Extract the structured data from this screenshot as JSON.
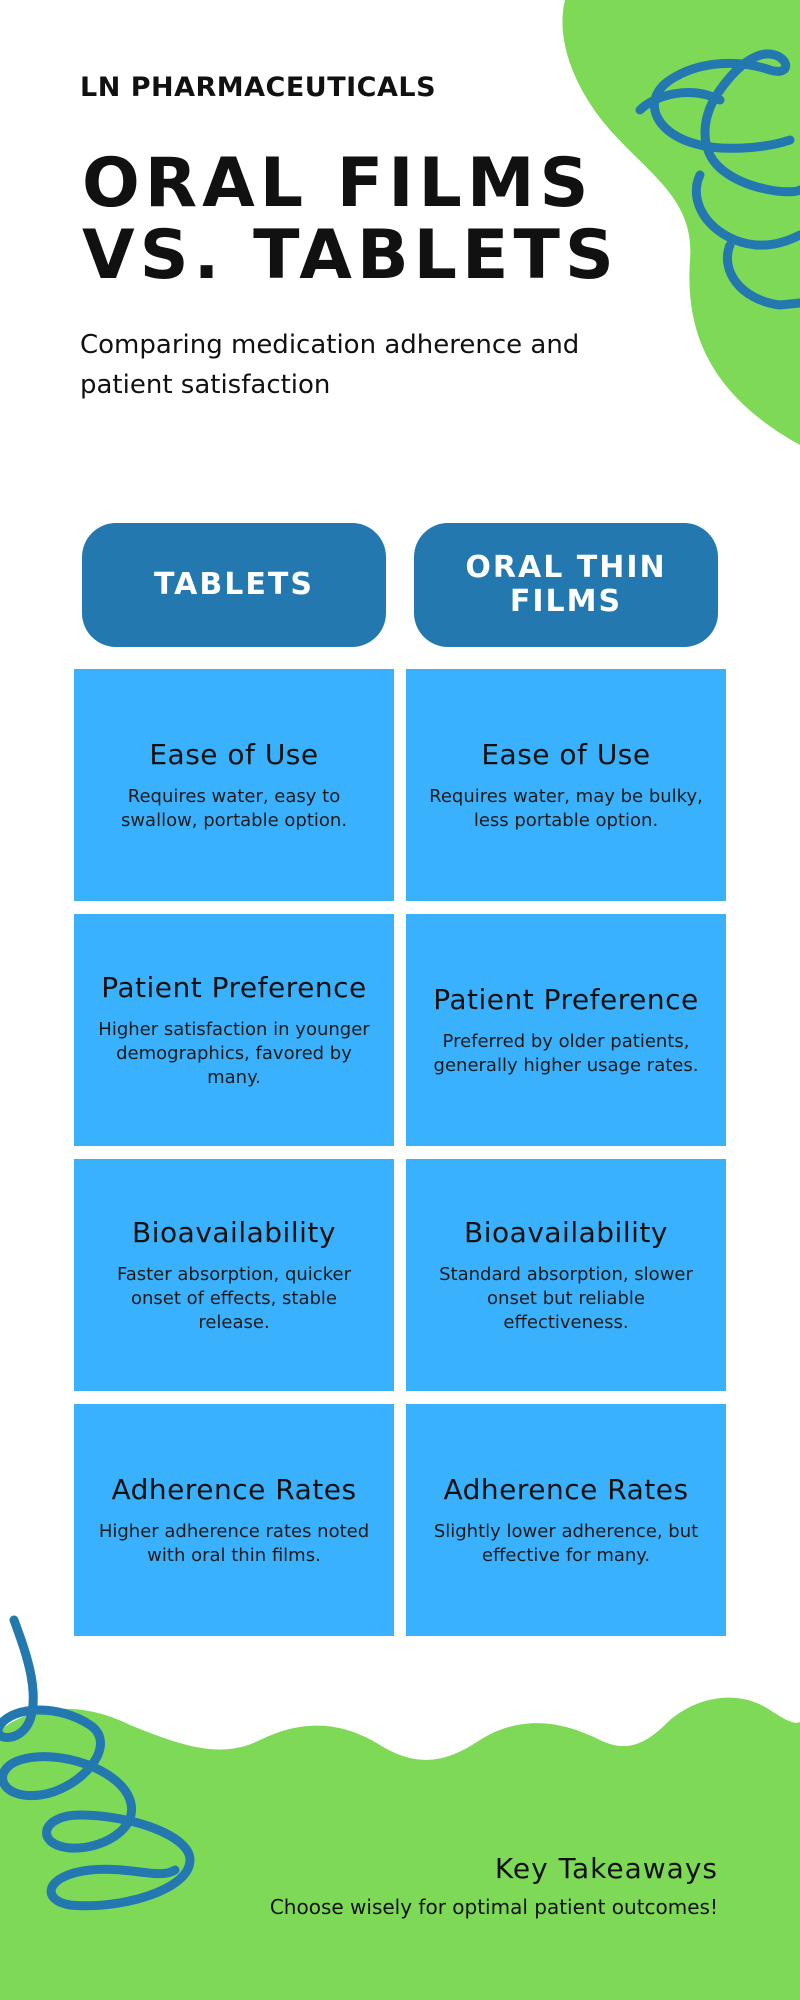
{
  "brand": "LN PHARMACEUTICALS",
  "title": {
    "line1": "ORAL FILMS",
    "line2": "VS. TABLETS"
  },
  "subtitle": "Comparing medication adherence and patient satisfaction",
  "columns": {
    "left": "TABLETS",
    "right": "ORAL THIN FILMS"
  },
  "rows": [
    {
      "left": {
        "title": "Ease of Use",
        "text": "Requires water, easy to swallow, portable option."
      },
      "right": {
        "title": "Ease of Use",
        "text": "Requires water, may be bulky, less portable option."
      }
    },
    {
      "left": {
        "title": "Patient Preference",
        "text": "Higher satisfaction in younger demographics, favored by many."
      },
      "right": {
        "title": "Patient Preference",
        "text": "Preferred by older patients, generally higher usage rates."
      }
    },
    {
      "left": {
        "title": "Bioavailability",
        "text": "Faster absorption, quicker onset of effects, stable release."
      },
      "right": {
        "title": "Bioavailability",
        "text": "Standard absorption, slower onset but reliable effectiveness."
      }
    },
    {
      "left": {
        "title": "Adherence Rates",
        "text": "Higher adherence rates noted with oral thin films."
      },
      "right": {
        "title": "Adherence Rates",
        "text": "Slightly lower adherence, but effective for many."
      }
    }
  ],
  "takeaways": {
    "title": "Key Takeaways",
    "text": "Choose wisely for optimal patient outcomes!"
  },
  "colors": {
    "green": "#7ed957",
    "blue_dark": "#2378b0",
    "blue_light": "#3ab1fd"
  }
}
